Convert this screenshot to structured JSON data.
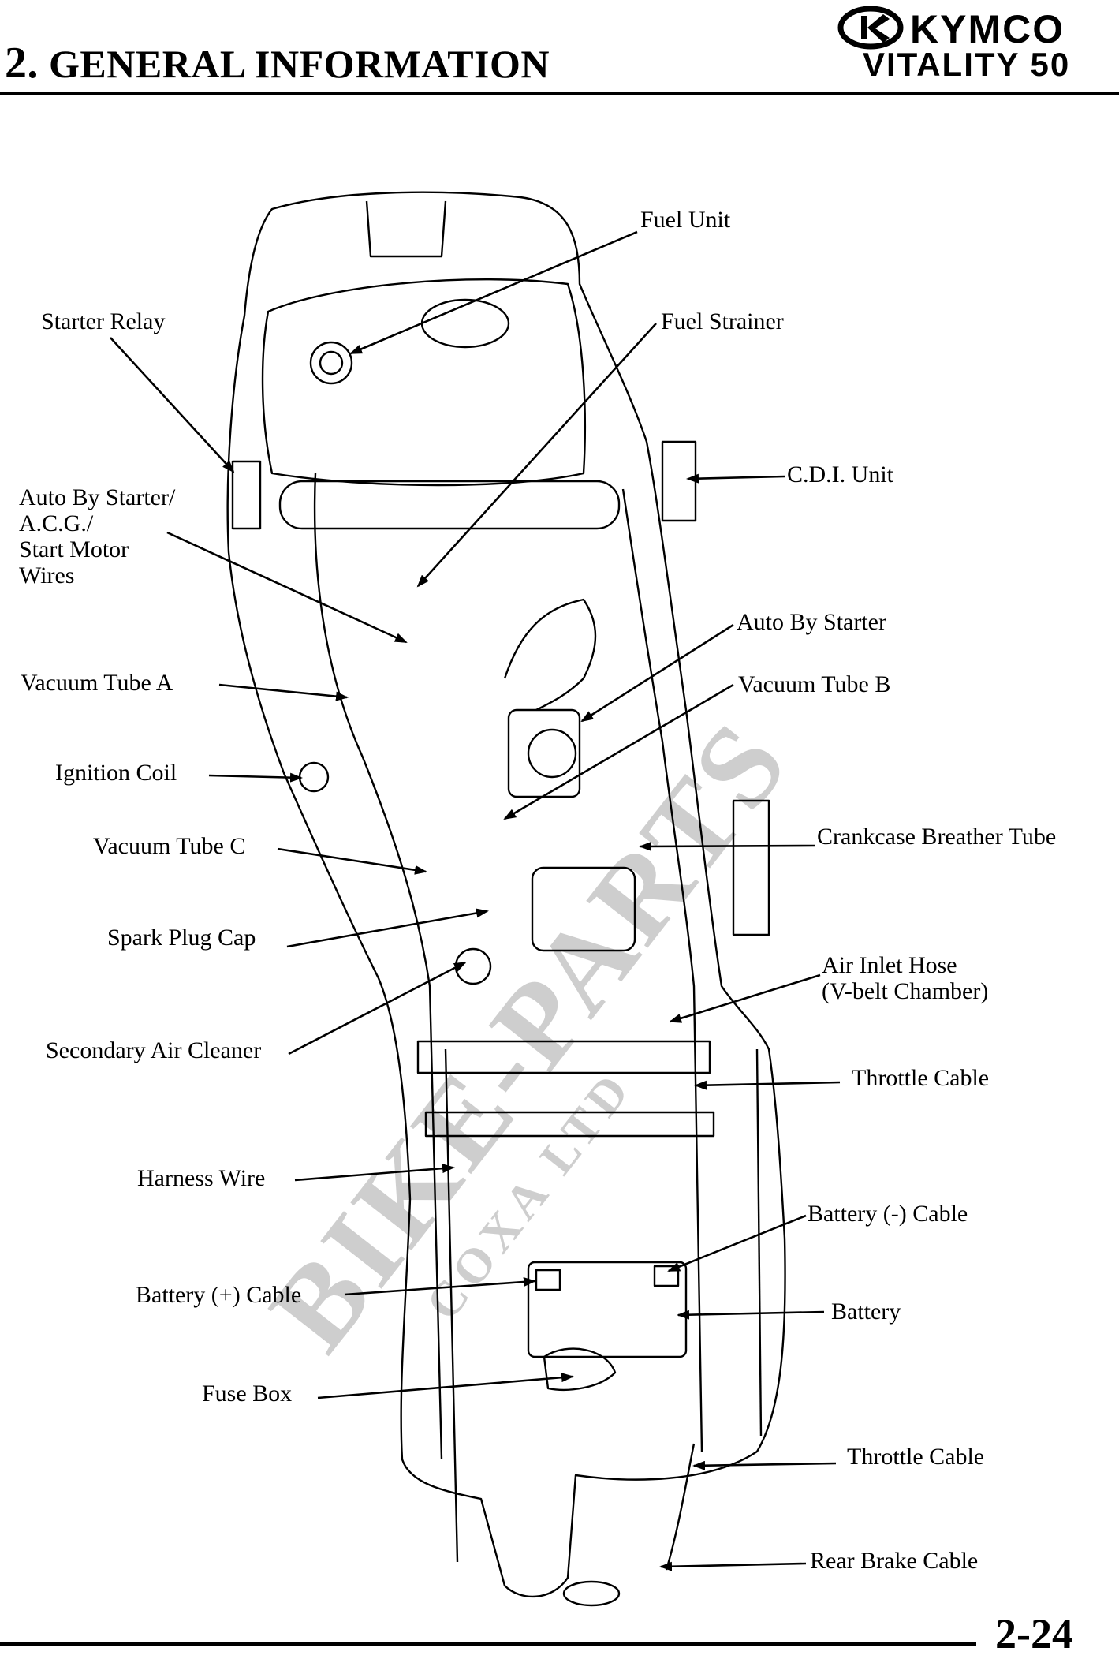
{
  "header": {
    "section_number": "2.",
    "section_title": "GENERAL INFORMATION",
    "brand": "KYMCO",
    "model": "VITALITY 50"
  },
  "page_number": "2-24",
  "watermark": {
    "main": "BIKE-PARTS",
    "sub": "COXA LTD",
    "color": "#bdbdbd"
  },
  "labels": {
    "fuel_unit": "Fuel Unit",
    "starter_relay": "Starter Relay",
    "fuel_strainer": "Fuel Strainer",
    "cdi_unit": "C.D.I. Unit",
    "auto_by_starter_wires_1": "Auto By Starter/",
    "auto_by_starter_wires_2": "A.C.G./",
    "auto_by_starter_wires_3": "Start Motor",
    "auto_by_starter_wires_4": "Wires",
    "auto_by_starter": "Auto By Starter",
    "vacuum_tube_a": "Vacuum Tube A",
    "vacuum_tube_b": "Vacuum Tube B",
    "ignition_coil": "Ignition Coil",
    "vacuum_tube_c": "Vacuum Tube C",
    "crankcase_breather_tube": "Crankcase Breather Tube",
    "spark_plug_cap": "Spark Plug Cap",
    "air_inlet_hose_1": "Air Inlet Hose",
    "air_inlet_hose_2": "(V-belt Chamber)",
    "secondary_air_cleaner": "Secondary Air Cleaner",
    "throttle_cable_upper": "Throttle Cable",
    "harness_wire": "Harness Wire",
    "battery_neg_cable": "Battery (-) Cable",
    "battery_pos_cable": "Battery (+) Cable",
    "battery": "Battery",
    "fuse_box": "Fuse Box",
    "throttle_cable_lower": "Throttle Cable",
    "rear_brake_cable": "Rear Brake Cable"
  }
}
